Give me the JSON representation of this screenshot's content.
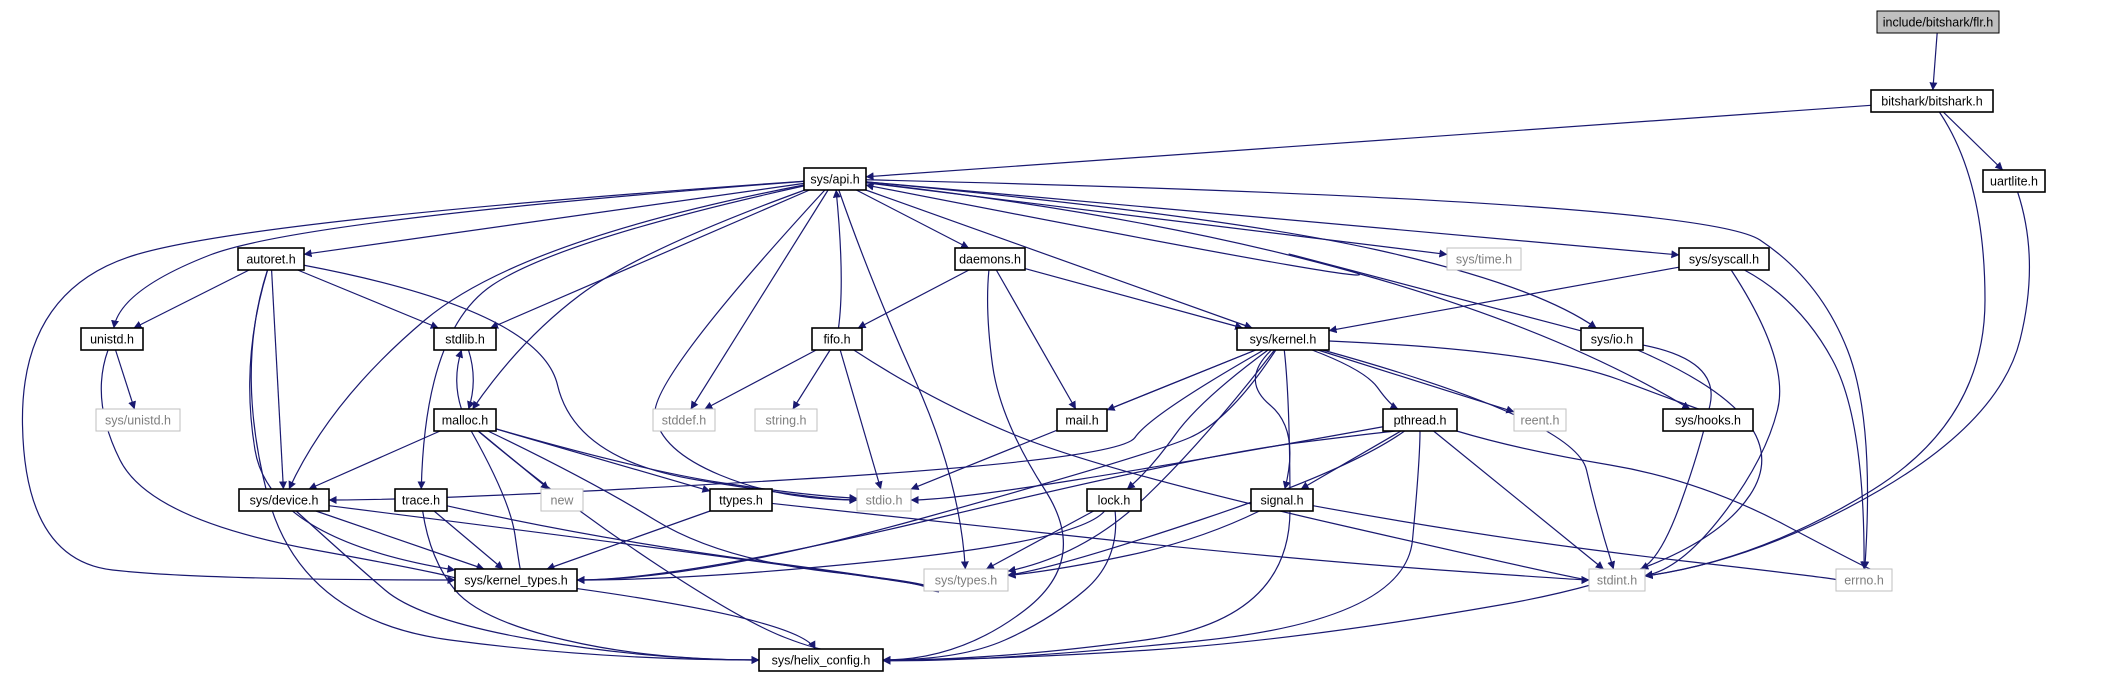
{
  "graph": {
    "edge_color": "#191970",
    "nodes": [
      {
        "id": "flr",
        "label": "include/bitshark/flr.h",
        "style": "root"
      },
      {
        "id": "bitshark",
        "label": "bitshark/bitshark.h",
        "style": "normal"
      },
      {
        "id": "uartlite",
        "label": "uartlite.h",
        "style": "normal"
      },
      {
        "id": "api",
        "label": "sys/api.h",
        "style": "normal"
      },
      {
        "id": "autoret",
        "label": "autoret.h",
        "style": "normal"
      },
      {
        "id": "daemons",
        "label": "daemons.h",
        "style": "normal"
      },
      {
        "id": "time",
        "label": "sys/time.h",
        "style": "system"
      },
      {
        "id": "syscall",
        "label": "sys/syscall.h",
        "style": "normal"
      },
      {
        "id": "unistd",
        "label": "unistd.h",
        "style": "normal"
      },
      {
        "id": "stdlib",
        "label": "stdlib.h",
        "style": "normal"
      },
      {
        "id": "fifo",
        "label": "fifo.h",
        "style": "normal"
      },
      {
        "id": "kernel",
        "label": "sys/kernel.h",
        "style": "normal"
      },
      {
        "id": "io",
        "label": "sys/io.h",
        "style": "normal"
      },
      {
        "id": "sysunistd",
        "label": "sys/unistd.h",
        "style": "system"
      },
      {
        "id": "malloc",
        "label": "malloc.h",
        "style": "normal"
      },
      {
        "id": "stddef",
        "label": "stddef.h",
        "style": "system"
      },
      {
        "id": "string",
        "label": "string.h",
        "style": "system"
      },
      {
        "id": "mail",
        "label": "mail.h",
        "style": "normal"
      },
      {
        "id": "pthread",
        "label": "pthread.h",
        "style": "normal"
      },
      {
        "id": "reent",
        "label": "reent.h",
        "style": "system"
      },
      {
        "id": "hooks",
        "label": "sys/hooks.h",
        "style": "normal"
      },
      {
        "id": "device",
        "label": "sys/device.h",
        "style": "normal"
      },
      {
        "id": "trace",
        "label": "trace.h",
        "style": "normal"
      },
      {
        "id": "new",
        "label": "new",
        "style": "system"
      },
      {
        "id": "ttypes",
        "label": "ttypes.h",
        "style": "normal"
      },
      {
        "id": "stdio",
        "label": "stdio.h",
        "style": "system"
      },
      {
        "id": "lock",
        "label": "lock.h",
        "style": "normal"
      },
      {
        "id": "signal",
        "label": "signal.h",
        "style": "normal"
      },
      {
        "id": "kernel_types",
        "label": "sys/kernel_types.h",
        "style": "normal"
      },
      {
        "id": "types",
        "label": "sys/types.h",
        "style": "system"
      },
      {
        "id": "stdint",
        "label": "stdint.h",
        "style": "system"
      },
      {
        "id": "errno",
        "label": "errno.h",
        "style": "system"
      },
      {
        "id": "helix",
        "label": "sys/helix_config.h",
        "style": "normal"
      }
    ],
    "edges": [
      [
        "flr",
        "bitshark"
      ],
      [
        "bitshark",
        "api"
      ],
      [
        "bitshark",
        "uartlite"
      ],
      [
        "bitshark",
        "stdint"
      ],
      [
        "uartlite",
        "stdint"
      ],
      [
        "api",
        "autoret"
      ],
      [
        "api",
        "daemons"
      ],
      [
        "api",
        "time"
      ],
      [
        "api",
        "syscall"
      ],
      [
        "api",
        "unistd"
      ],
      [
        "api",
        "stdlib"
      ],
      [
        "api",
        "kernel"
      ],
      [
        "api",
        "io"
      ],
      [
        "api",
        "malloc"
      ],
      [
        "api",
        "stddef"
      ],
      [
        "api",
        "device"
      ],
      [
        "api",
        "trace"
      ],
      [
        "api",
        "stdio"
      ],
      [
        "api",
        "kernel_types"
      ],
      [
        "api",
        "types"
      ],
      [
        "api",
        "errno"
      ],
      [
        "api",
        "hooks"
      ],
      [
        "autoret",
        "unistd"
      ],
      [
        "autoret",
        "stdlib"
      ],
      [
        "autoret",
        "device"
      ],
      [
        "autoret",
        "stdio"
      ],
      [
        "autoret",
        "kernel_types"
      ],
      [
        "autoret",
        "helix"
      ],
      [
        "daemons",
        "fifo"
      ],
      [
        "daemons",
        "kernel"
      ],
      [
        "daemons",
        "mail"
      ],
      [
        "daemons",
        "helix"
      ],
      [
        "syscall",
        "kernel"
      ],
      [
        "syscall",
        "stdint"
      ],
      [
        "syscall",
        "errno"
      ],
      [
        "unistd",
        "sysunistd"
      ],
      [
        "unistd",
        "kernel_types"
      ],
      [
        "stdlib",
        "malloc"
      ],
      [
        "fifo",
        "api"
      ],
      [
        "fifo",
        "stddef"
      ],
      [
        "fifo",
        "string"
      ],
      [
        "fifo",
        "stdio"
      ],
      [
        "fifo",
        "stdint"
      ],
      [
        "kernel",
        "mail"
      ],
      [
        "kernel",
        "pthread"
      ],
      [
        "kernel",
        "reent"
      ],
      [
        "kernel",
        "hooks"
      ],
      [
        "kernel",
        "device"
      ],
      [
        "kernel",
        "stdio"
      ],
      [
        "kernel",
        "lock"
      ],
      [
        "kernel",
        "signal"
      ],
      [
        "kernel",
        "kernel_types"
      ],
      [
        "kernel",
        "types"
      ],
      [
        "kernel",
        "stdint"
      ],
      [
        "kernel",
        "helix"
      ],
      [
        "io",
        "api"
      ],
      [
        "io",
        "stdint"
      ],
      [
        "io",
        "helix"
      ],
      [
        "malloc",
        "stdlib"
      ],
      [
        "malloc",
        "device"
      ],
      [
        "malloc",
        "new"
      ],
      [
        "malloc",
        "ttypes"
      ],
      [
        "malloc",
        "stdio"
      ],
      [
        "malloc",
        "kernel_types"
      ],
      [
        "malloc",
        "types"
      ],
      [
        "malloc",
        "helix"
      ],
      [
        "pthread",
        "stdio"
      ],
      [
        "pthread",
        "signal"
      ],
      [
        "pthread",
        "kernel_types"
      ],
      [
        "pthread",
        "types"
      ],
      [
        "pthread",
        "stdint"
      ],
      [
        "pthread",
        "errno"
      ],
      [
        "pthread",
        "helix"
      ],
      [
        "device",
        "kernel_types"
      ],
      [
        "device",
        "types"
      ],
      [
        "device",
        "helix"
      ],
      [
        "trace",
        "kernel_types"
      ],
      [
        "trace",
        "types"
      ],
      [
        "trace",
        "helix"
      ],
      [
        "ttypes",
        "kernel_types"
      ],
      [
        "ttypes",
        "stdint"
      ],
      [
        "lock",
        "kernel_types"
      ],
      [
        "lock",
        "types"
      ],
      [
        "lock",
        "helix"
      ],
      [
        "signal",
        "types"
      ],
      [
        "signal",
        "errno"
      ],
      [
        "kernel_types",
        "helix"
      ]
    ]
  }
}
